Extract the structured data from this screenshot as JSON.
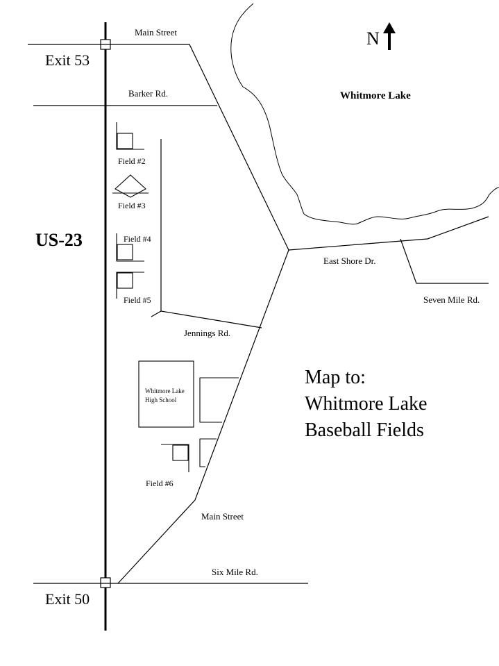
{
  "map": {
    "highway": "US-23",
    "exits": {
      "north": "Exit 53",
      "south": "Exit 50"
    },
    "compass": "N",
    "lake": "Whitmore Lake",
    "roads": {
      "main_street_north": "Main Street",
      "barker": "Barker Rd.",
      "east_shore": "East Shore Dr.",
      "seven_mile": "Seven Mile Rd.",
      "jennings": "Jennings Rd.",
      "main_street_south": "Main Street",
      "six_mile": "Six Mile Rd."
    },
    "fields": {
      "f2": "Field #2",
      "f3": "Field #3",
      "f4": "Field #4",
      "f5": "Field #5",
      "f6": "Field #6"
    },
    "school": {
      "line1": "Whitmore Lake",
      "line2": "High School"
    },
    "title": {
      "line1": "Map to:",
      "line2": "Whitmore Lake",
      "line3": "Baseball Fields"
    }
  }
}
